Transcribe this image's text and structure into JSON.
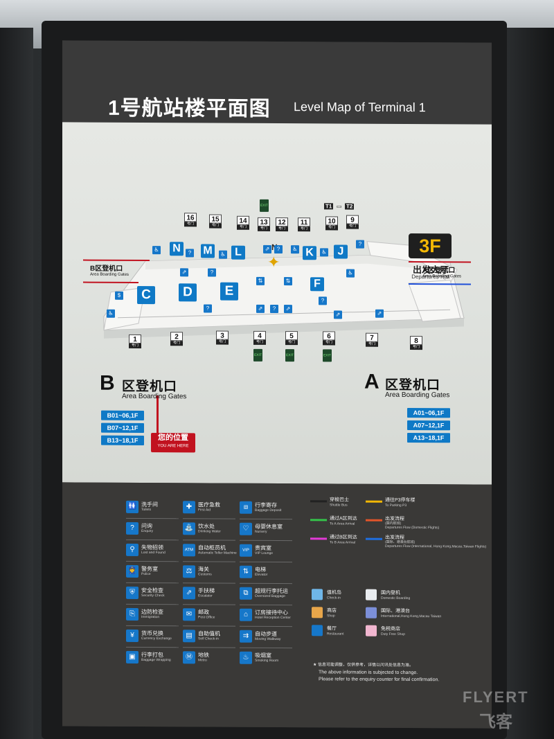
{
  "title": {
    "cn": "1号航站楼平面图",
    "en": "Level Map of Terminal 1"
  },
  "floor": {
    "code": "3F",
    "cn": "出发大厅",
    "en": "Departures Hall"
  },
  "north": "N",
  "gates_top": [
    {
      "num": "16",
      "cn": "号门",
      "en": "Gate"
    },
    {
      "num": "15",
      "cn": "号门",
      "en": "Gate"
    },
    {
      "num": "14",
      "cn": "号门",
      "en": "Gate"
    },
    {
      "num": "13",
      "cn": "号门",
      "en": "Gate"
    },
    {
      "num": "12",
      "cn": "号门",
      "en": "Gate"
    },
    {
      "num": "11",
      "cn": "号门",
      "en": "Gate"
    },
    {
      "num": "10",
      "cn": "号门",
      "en": "Gate"
    },
    {
      "num": "9",
      "cn": "号门",
      "en": "Gate"
    }
  ],
  "gates_bottom": [
    {
      "num": "1",
      "cn": "号门",
      "en": "Gate"
    },
    {
      "num": "2",
      "cn": "号门",
      "en": "Gate"
    },
    {
      "num": "3",
      "cn": "号门",
      "en": "Gate"
    },
    {
      "num": "4",
      "cn": "号门",
      "en": "Gate"
    },
    {
      "num": "5",
      "cn": "号门",
      "en": "Gate"
    },
    {
      "num": "6",
      "cn": "号门",
      "en": "Gate"
    },
    {
      "num": "7",
      "cn": "号门",
      "en": "Gate"
    },
    {
      "num": "8",
      "cn": "号门",
      "en": "Gate"
    }
  ],
  "zones": [
    "N",
    "M",
    "L",
    "K",
    "J",
    "C",
    "D",
    "E",
    "F"
  ],
  "shuttle": {
    "t1": "T1",
    "t2": "T2"
  },
  "exit_label": "EXIT",
  "you_are_here": {
    "cn": "您的位置",
    "en": "YOU ARE HERE"
  },
  "side_b": {
    "cn": "B区登机口",
    "en": "Area Boarding Gates"
  },
  "side_a": {
    "cn": "A区登机口",
    "en": "Area Boarding Gates"
  },
  "region_b": {
    "letter": "B",
    "cn": "区登机口",
    "en": "Area Boarding Gates",
    "ranges": [
      "B01~06,1F",
      "B07~12,1F",
      "B13~18,1F"
    ]
  },
  "region_a": {
    "letter": "A",
    "cn": "区登机口",
    "en": "Area Boarding Gates",
    "ranges": [
      "A01~06,1F",
      "A07~12,1F",
      "A13~18,1F"
    ]
  },
  "legend_col1": [
    {
      "icon": "toilet-icon",
      "glyph": "🚻",
      "cn": "洗手间",
      "en": "Toilets"
    },
    {
      "icon": "enquiry-icon",
      "glyph": "?",
      "cn": "问询",
      "en": "Enquiry"
    },
    {
      "icon": "lost-found-icon",
      "glyph": "⚲",
      "cn": "失物招领",
      "en": "Lost and Found"
    },
    {
      "icon": "police-icon",
      "glyph": "👮",
      "cn": "警务室",
      "en": "Police"
    },
    {
      "icon": "security-icon",
      "glyph": "⛨",
      "cn": "安全检查",
      "en": "Security Check"
    },
    {
      "icon": "immigration-icon",
      "glyph": "⎘",
      "cn": "边防检查",
      "en": "Immigration"
    },
    {
      "icon": "currency-icon",
      "glyph": "¥",
      "cn": "货币兑换",
      "en": "Currency Exchange"
    },
    {
      "icon": "wrapping-icon",
      "glyph": "▣",
      "cn": "行李打包",
      "en": "Baggage Wrapping"
    }
  ],
  "legend_col2": [
    {
      "icon": "first-aid-icon",
      "glyph": "✚",
      "cn": "医疗急救",
      "en": "First Aid"
    },
    {
      "icon": "water-icon",
      "glyph": "⛲",
      "cn": "饮水处",
      "en": "Drinking Water"
    },
    {
      "icon": "atm-icon",
      "glyph": "ATM",
      "cn": "自动柜员机",
      "en": "Automatic Teller Machine"
    },
    {
      "icon": "customs-icon",
      "glyph": "⚖",
      "cn": "海关",
      "en": "Customs"
    },
    {
      "icon": "escalator-icon",
      "glyph": "⇗",
      "cn": "手扶梯",
      "en": "Escalator"
    },
    {
      "icon": "post-icon",
      "glyph": "✉",
      "cn": "邮政",
      "en": "Post Office"
    },
    {
      "icon": "self-checkin-icon",
      "glyph": "▤",
      "cn": "自助值机",
      "en": "Self Check-in"
    },
    {
      "icon": "metro-icon",
      "glyph": "Ⓜ",
      "cn": "地铁",
      "en": "Metro"
    }
  ],
  "legend_col3": [
    {
      "icon": "baggage-deposit-icon",
      "glyph": "⧈",
      "cn": "行李寄存",
      "en": "Baggage Deposit"
    },
    {
      "icon": "nursery-icon",
      "glyph": "♡",
      "cn": "母婴休息室",
      "en": "Nursery"
    },
    {
      "icon": "vip-icon",
      "glyph": "VIP",
      "cn": "贵宾室",
      "en": "VIP Lounge"
    },
    {
      "icon": "elevator-icon",
      "glyph": "⇅",
      "cn": "电梯",
      "en": "Elevator"
    },
    {
      "icon": "oversized-icon",
      "glyph": "⧉",
      "cn": "超规行李托运",
      "en": "Oversized Baggage"
    },
    {
      "icon": "hotel-icon",
      "glyph": "⌂",
      "cn": "订房接待中心",
      "en": "Hotel Reception Center"
    },
    {
      "icon": "walkway-icon",
      "glyph": "⇉",
      "cn": "自动步道",
      "en": "Moving Walkway"
    },
    {
      "icon": "smoking-icon",
      "glyph": "♨",
      "cn": "吸烟室",
      "en": "Smoking Room"
    }
  ],
  "flows_left": [
    {
      "cn": "穿梭巴士",
      "en": "Shuttle Bus",
      "color": "#222222",
      "kind": "bus"
    },
    {
      "cn": "通过A区到达",
      "en": "To A Area Arrival",
      "color": "#35c24a"
    },
    {
      "cn": "通过B区到达",
      "en": "To B Area Arrival",
      "color": "#e23ad6"
    }
  ],
  "flows_right": [
    {
      "cn": "通往P3停车楼",
      "en": "To Parking P3",
      "color": "#f2b705"
    },
    {
      "cn": "出发流程",
      "cn2": "(国内航班)",
      "en": "Departures Flow (Domestic Flights)",
      "color": "#e2552a"
    },
    {
      "cn": "出发流程",
      "cn2": "(国际、港澳台航班)",
      "en": "Departures Flow (International, Hong Kong,Macau,Taiwan Flights)",
      "color": "#1f6fe0"
    }
  ],
  "swatches": [
    {
      "cn": "值机岛",
      "en": "Check-in",
      "color": "#6fb6e8"
    },
    {
      "cn": "国内登机",
      "en": "Domestic Boarding",
      "color": "#e9ecef"
    },
    {
      "cn": "商店",
      "en": "Shop",
      "color": "#e8a64a"
    },
    {
      "cn": "国际、港澳台",
      "en": "International,Hong Kong,Macau Taiwan",
      "color": "#7c8fd8"
    },
    {
      "cn": "餐厅",
      "en": "Restaurant",
      "color": "#1677c9"
    },
    {
      "cn": "免税商店",
      "en": "Duty Free Shop",
      "color": "#f1b6cf"
    }
  ],
  "note": {
    "cn": "★ 信息可能调整，仅供参考，详情以问讯处信息为准。",
    "en1": "The above information is subjected to change.",
    "en2": "Please refer to the enquiry counter for final confirmation."
  },
  "watermark": {
    "en": "FLYERT",
    "cn": "飞客"
  }
}
